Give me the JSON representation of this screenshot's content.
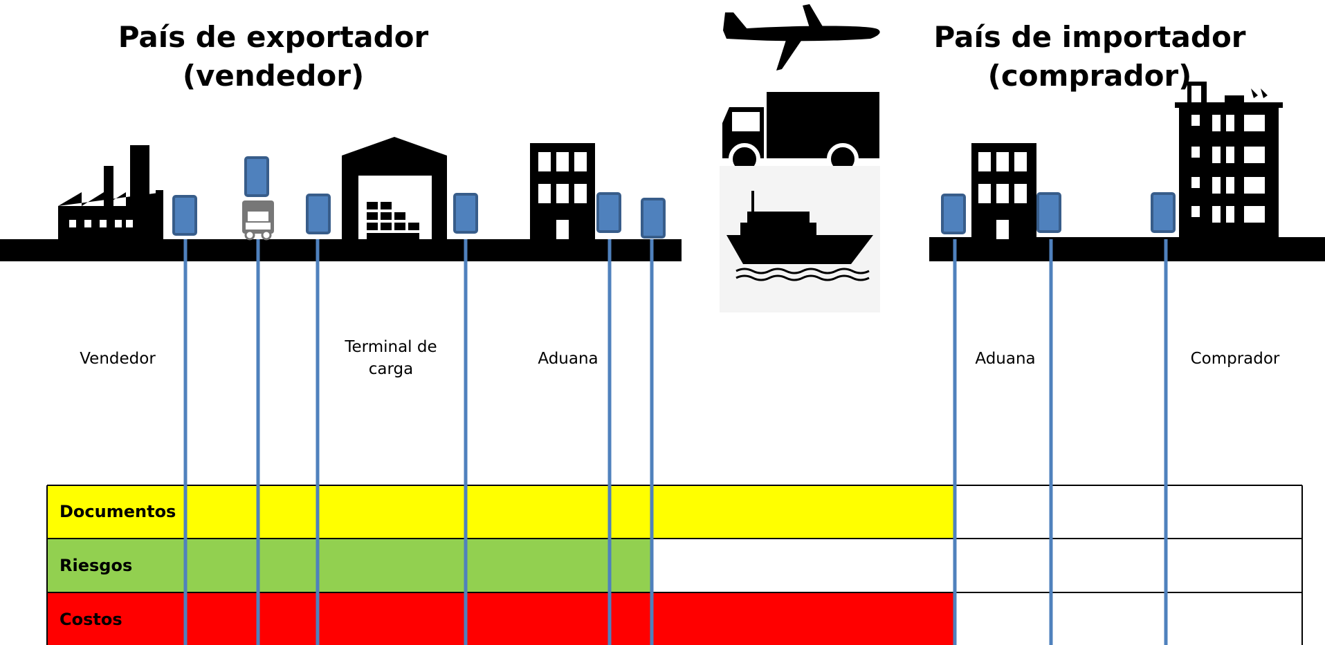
{
  "headings": {
    "exporter": "País de exportador\n(vendedor)",
    "importer": "País de importador\n(comprador)"
  },
  "stage_labels": {
    "seller": "Vendedor",
    "cargo_terminal": "Terminal de carga",
    "export_customs": "Aduana",
    "import_customs": "Aduana",
    "buyer": "Comprador"
  },
  "rows": [
    {
      "label": "Documentos",
      "color": "#ffff00",
      "label_color": "#000000"
    },
    {
      "label": "Riesgos",
      "color": "#92d050",
      "label_color": "#000000"
    },
    {
      "label": "Costos",
      "color": "#ff0000",
      "label_color": "#000000"
    }
  ],
  "icons": [
    "factory-icon",
    "truck-icon",
    "warehouse-icon",
    "office-building-icon",
    "airplane-icon",
    "cargo-truck-icon",
    "ship-icon",
    "customs-building-icon",
    "tower-building-icon"
  ],
  "colors": {
    "marker": "#4f81bd",
    "marker_border": "#385d8a",
    "ground": "#000000"
  }
}
